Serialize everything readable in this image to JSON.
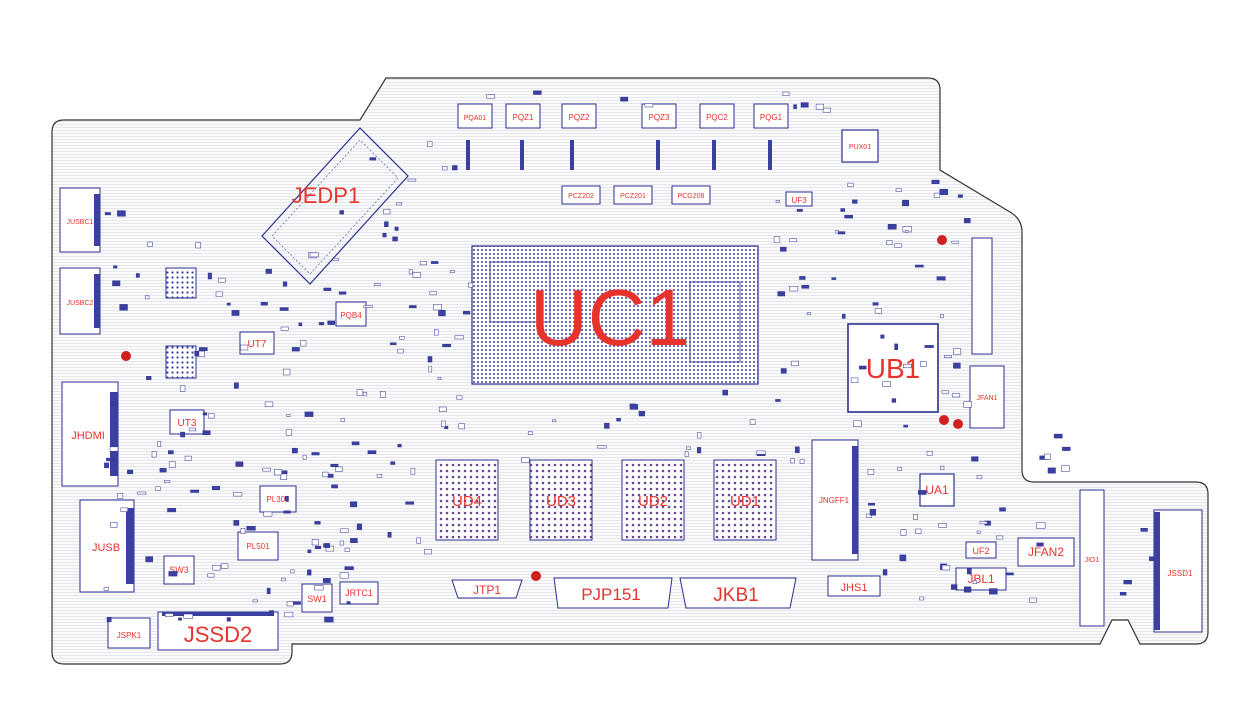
{
  "components": {
    "uc1": "UC1",
    "ub1": "UB1",
    "jedp1": "JEDP1",
    "jssd2": "JSSD2",
    "jkb1": "JKB1",
    "pjp151": "PJP151",
    "ud1": "UD1",
    "ud2": "UD2",
    "ud3": "UD3",
    "ud4": "UD4",
    "jusbc1": "JUSBC1",
    "jusbc2": "JUSBC2",
    "jhdmi": "JHDMI",
    "jusb": "JUSB",
    "jspk1": "JSPK1",
    "sw1": "SW1",
    "sw3": "SW3",
    "ut7": "UT7",
    "ut3": "UT3",
    "pl301": "PL301",
    "pl501": "PL501",
    "jrtc1": "JRTC1",
    "jtp1": "JTP1",
    "jngff1": "JNGFF1",
    "ua1": "UA1",
    "uf2": "UF2",
    "uf3": "UF3",
    "jfan1": "JFAN1",
    "jfan2": "JFAN2",
    "jbl1": "JBL1",
    "jhs1": "JHS1",
    "jio1": "JIO1",
    "jssd1": "JSSD1",
    "pqb4": "PQB4",
    "pqa01": "PQA01",
    "pqz1": "PQZ1",
    "pqz2": "PQZ2",
    "pqz3": "PQZ3",
    "pqc2": "PQC2",
    "pqg1": "PQG1",
    "pcz202": "PCZ202",
    "pcz201": "PCZ201",
    "pcg208": "PCG208",
    "pux01": "PUX01"
  },
  "colors": {
    "board_outline": "#333333",
    "trace_fill": "#f3f3f6",
    "component_outline": "#2a2f8f",
    "label_red": "#e8332d",
    "pad_blue": "#3b40a0",
    "pad_red": "#d21f1f"
  }
}
